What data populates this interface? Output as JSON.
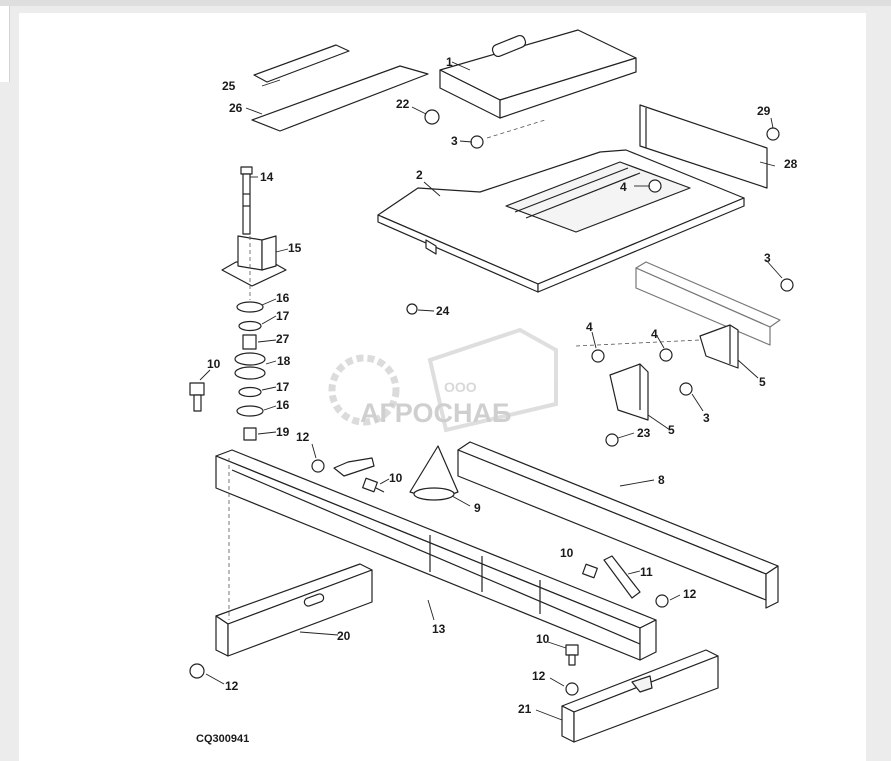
{
  "figure_code": "CQ300941",
  "watermark": {
    "line1": "ООО",
    "line2": "АГРОСНАБ"
  },
  "callouts": [
    {
      "id": "c1",
      "text": "1"
    },
    {
      "id": "c2",
      "text": "2"
    },
    {
      "id": "c3a",
      "text": "3"
    },
    {
      "id": "c3b",
      "text": "3"
    },
    {
      "id": "c3c",
      "text": "3"
    },
    {
      "id": "c4a",
      "text": "4"
    },
    {
      "id": "c4b",
      "text": "4"
    },
    {
      "id": "c4c",
      "text": "4"
    },
    {
      "id": "c5a",
      "text": "5"
    },
    {
      "id": "c5b",
      "text": "5"
    },
    {
      "id": "c8",
      "text": "8"
    },
    {
      "id": "c9",
      "text": "9"
    },
    {
      "id": "c10a",
      "text": "10"
    },
    {
      "id": "c10b",
      "text": "10"
    },
    {
      "id": "c10c",
      "text": "10"
    },
    {
      "id": "c10d",
      "text": "10"
    },
    {
      "id": "c11",
      "text": "11"
    },
    {
      "id": "c12a",
      "text": "12"
    },
    {
      "id": "c12b",
      "text": "12"
    },
    {
      "id": "c12c",
      "text": "12"
    },
    {
      "id": "c12d",
      "text": "12"
    },
    {
      "id": "c13",
      "text": "13"
    },
    {
      "id": "c14",
      "text": "14"
    },
    {
      "id": "c15",
      "text": "15"
    },
    {
      "id": "c16a",
      "text": "16"
    },
    {
      "id": "c16b",
      "text": "16"
    },
    {
      "id": "c17a",
      "text": "17"
    },
    {
      "id": "c17b",
      "text": "17"
    },
    {
      "id": "c18",
      "text": "18"
    },
    {
      "id": "c19",
      "text": "19"
    },
    {
      "id": "c20",
      "text": "20"
    },
    {
      "id": "c21",
      "text": "21"
    },
    {
      "id": "c22",
      "text": "22"
    },
    {
      "id": "c23",
      "text": "23"
    },
    {
      "id": "c24",
      "text": "24"
    },
    {
      "id": "c25",
      "text": "25"
    },
    {
      "id": "c26",
      "text": "26"
    },
    {
      "id": "c27",
      "text": "27"
    },
    {
      "id": "c28",
      "text": "28"
    },
    {
      "id": "c29",
      "text": "29"
    }
  ]
}
